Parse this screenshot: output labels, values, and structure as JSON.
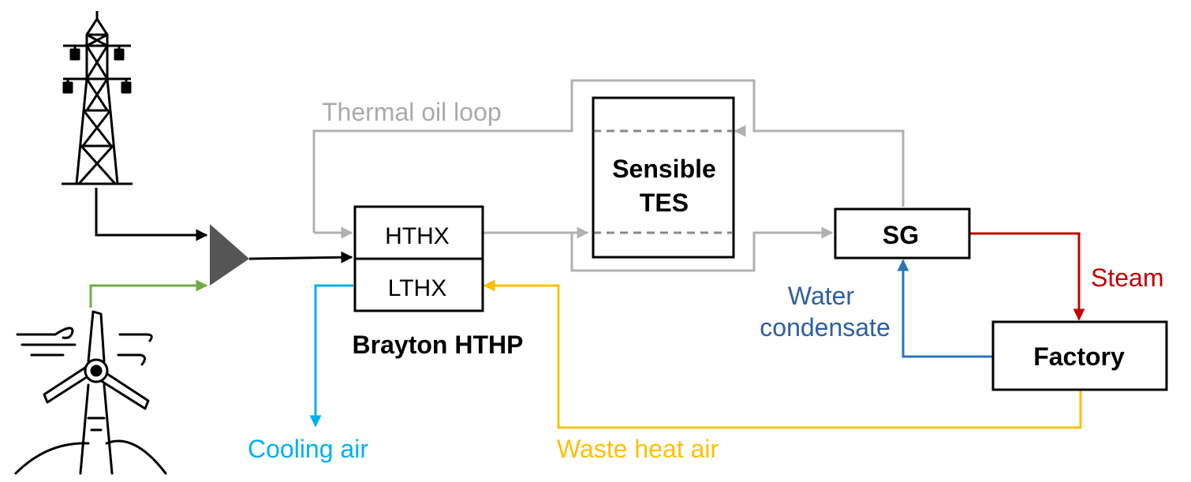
{
  "colors": {
    "black": "#000000",
    "gray": "#b0b0b0",
    "dark_gray": "#555555",
    "green": "#70ad47",
    "cyan": "#00b0f0",
    "gold": "#ffc000",
    "red": "#c00000",
    "blue": "#2e75b6"
  },
  "icons": {
    "transmission_tower": "transmission-tower-icon",
    "wind_turbine": "wind-turbine-icon",
    "combiner": "triangle-combiner-icon"
  },
  "blocks": {
    "hthx": "HTHX",
    "lthx": "LTHX",
    "heat_pump": "Brayton HTHP",
    "tes_line1": "Sensible",
    "tes_line2": "TES",
    "sg": "SG",
    "factory": "Factory"
  },
  "labels": {
    "thermal_oil_loop": "Thermal oil loop",
    "steam": "Steam",
    "water_line1": "Water",
    "water_line2": "condensate",
    "cooling_air": "Cooling air",
    "waste_heat_air": "Waste heat air"
  }
}
